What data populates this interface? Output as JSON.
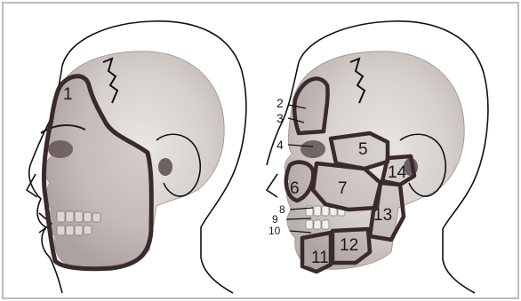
{
  "figure": {
    "left_panel": {
      "region_labels": [
        "1"
      ]
    },
    "right_panel": {
      "callout_labels": [
        "2",
        "3",
        "4",
        "8",
        "9",
        "10"
      ],
      "region_labels": [
        "5",
        "6",
        "7",
        "11",
        "12",
        "13",
        "14"
      ]
    }
  },
  "colors": {
    "background": "#ffffff",
    "frame": "#bdbdbd",
    "skull_shade": "#d9d4d0",
    "skull_dark": "#a89a95",
    "region_border": "#3a2a2c",
    "region_tint": "#7b5d63",
    "outline": "#111111"
  }
}
